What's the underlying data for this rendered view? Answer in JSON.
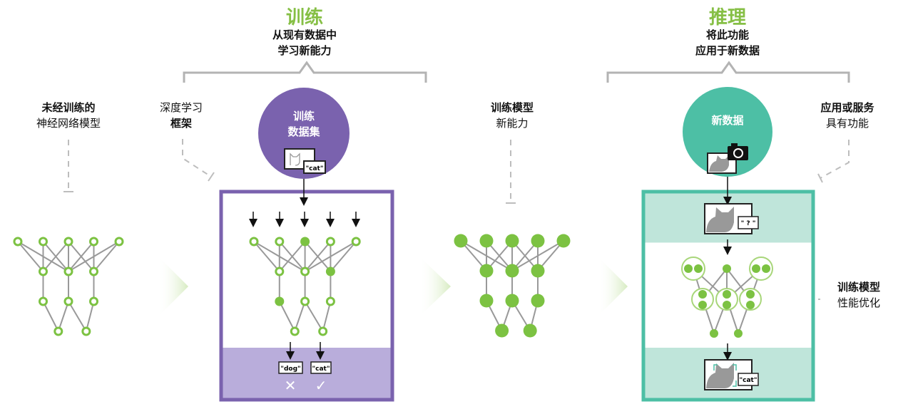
{
  "training": {
    "title": "训练",
    "subtitle_line1": "从现有数据中",
    "subtitle_line2": "学习新能力"
  },
  "inference": {
    "title": "推理",
    "subtitle_line1": "将此功能",
    "subtitle_line2": "应用于新数据"
  },
  "labels": {
    "untrained_bold": "未经训练的",
    "untrained_normal": "神经网络模型",
    "framework_normal": "深度学习",
    "framework_bold": "框架",
    "trained_bold": "训练模型",
    "trained_normal": "新能力",
    "app_bold": "应用或服务",
    "app_normal": "具有功能",
    "optimized_bold": "训练模型",
    "optimized_normal": "性能优化"
  },
  "training_dataset": {
    "line1": "训练",
    "line2": "数据集",
    "tag": "\"cat\""
  },
  "training_outputs": [
    {
      "tag": "\"dog\"",
      "result": "✕",
      "result_icon": "cross-icon"
    },
    {
      "tag": "\"cat\"",
      "result": "✓",
      "result_icon": "check-icon"
    }
  ],
  "new_data": {
    "label": "新数据",
    "query_tag": "\" ? \"",
    "result_tag": "\"cat\""
  },
  "colors": {
    "green": "#86bf45",
    "node_green": "#7cc242",
    "purple": "#7a62ae",
    "purple_light": "#b9addb",
    "teal": "#4dbfa5",
    "teal_light": "#bfe5da",
    "bracket_gray": "#b3b3b3"
  }
}
